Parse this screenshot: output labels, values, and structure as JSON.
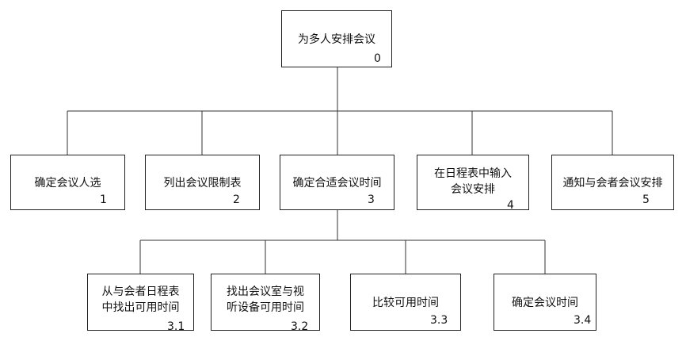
{
  "diagram": {
    "type": "hierarchy",
    "root": {
      "label": "为多人安排会议",
      "id": "0"
    },
    "level1": [
      {
        "label": "确定会议人选",
        "id": "1"
      },
      {
        "label": "列出会议限制表",
        "id": "2"
      },
      {
        "label": "确定合适会议时间",
        "id": "3"
      },
      {
        "label": "在日程表中输入\n会议安排",
        "id": "4"
      },
      {
        "label": "通知与会者会议安排",
        "id": "5"
      }
    ],
    "level2": [
      {
        "label": "从与会者日程表\n中找出可用时间",
        "id": "3.1"
      },
      {
        "label": "找出会议室与视\n听设备可用时间",
        "id": "3.2"
      },
      {
        "label": "比较可用时间",
        "id": "3.3"
      },
      {
        "label": "确定会议时间",
        "id": "3.4"
      }
    ]
  }
}
